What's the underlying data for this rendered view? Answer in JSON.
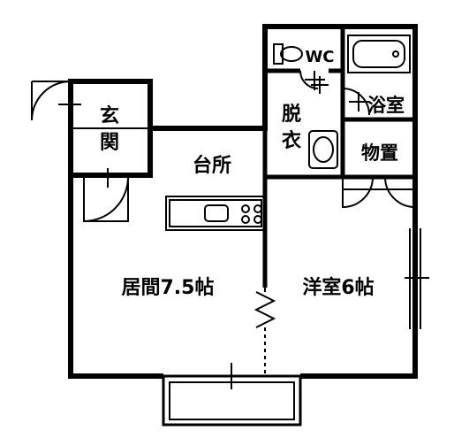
{
  "floor_plan": {
    "rooms": {
      "genkan": "玄関",
      "daidokoro": "台所",
      "datsui": "脱衣",
      "toilet": "WC",
      "yokushitsu": "浴室",
      "monooki": "物置",
      "living": "居間7.5帖",
      "yoshitsu": "洋室6帖"
    }
  },
  "colors": {
    "wall": "#000000",
    "background": "#ffffff"
  }
}
